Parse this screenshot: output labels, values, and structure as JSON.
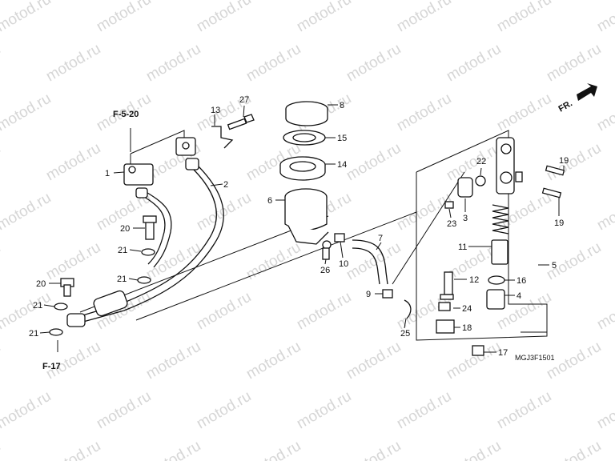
{
  "watermark": "motod.ru",
  "drawing_code": "MGJ3F1501",
  "direction_label": "FR.",
  "refs": {
    "top_ref": "F-5-20",
    "bottom_ref": "F-17"
  },
  "callouts": [
    {
      "id": "c1",
      "label": "1"
    },
    {
      "id": "c2",
      "label": "2"
    },
    {
      "id": "c3",
      "label": "3"
    },
    {
      "id": "c4",
      "label": "4"
    },
    {
      "id": "c5",
      "label": "5"
    },
    {
      "id": "c6",
      "label": "6"
    },
    {
      "id": "c7",
      "label": "7"
    },
    {
      "id": "c8",
      "label": "8"
    },
    {
      "id": "c9",
      "label": "9"
    },
    {
      "id": "c10",
      "label": "10"
    },
    {
      "id": "c11",
      "label": "11"
    },
    {
      "id": "c12",
      "label": "12"
    },
    {
      "id": "c13",
      "label": "13"
    },
    {
      "id": "c14",
      "label": "14"
    },
    {
      "id": "c15",
      "label": "15"
    },
    {
      "id": "c16",
      "label": "16"
    },
    {
      "id": "c17",
      "label": "17"
    },
    {
      "id": "c18",
      "label": "18"
    },
    {
      "id": "c19a",
      "label": "19"
    },
    {
      "id": "c19b",
      "label": "19"
    },
    {
      "id": "c20a",
      "label": "20"
    },
    {
      "id": "c20b",
      "label": "20"
    },
    {
      "id": "c21a",
      "label": "21"
    },
    {
      "id": "c21b",
      "label": "21"
    },
    {
      "id": "c21c",
      "label": "21"
    },
    {
      "id": "c21d",
      "label": "21"
    },
    {
      "id": "c22",
      "label": "22"
    },
    {
      "id": "c23",
      "label": "23"
    },
    {
      "id": "c24",
      "label": "24"
    },
    {
      "id": "c25",
      "label": "25"
    },
    {
      "id": "c26",
      "label": "26"
    },
    {
      "id": "c27",
      "label": "27"
    }
  ]
}
